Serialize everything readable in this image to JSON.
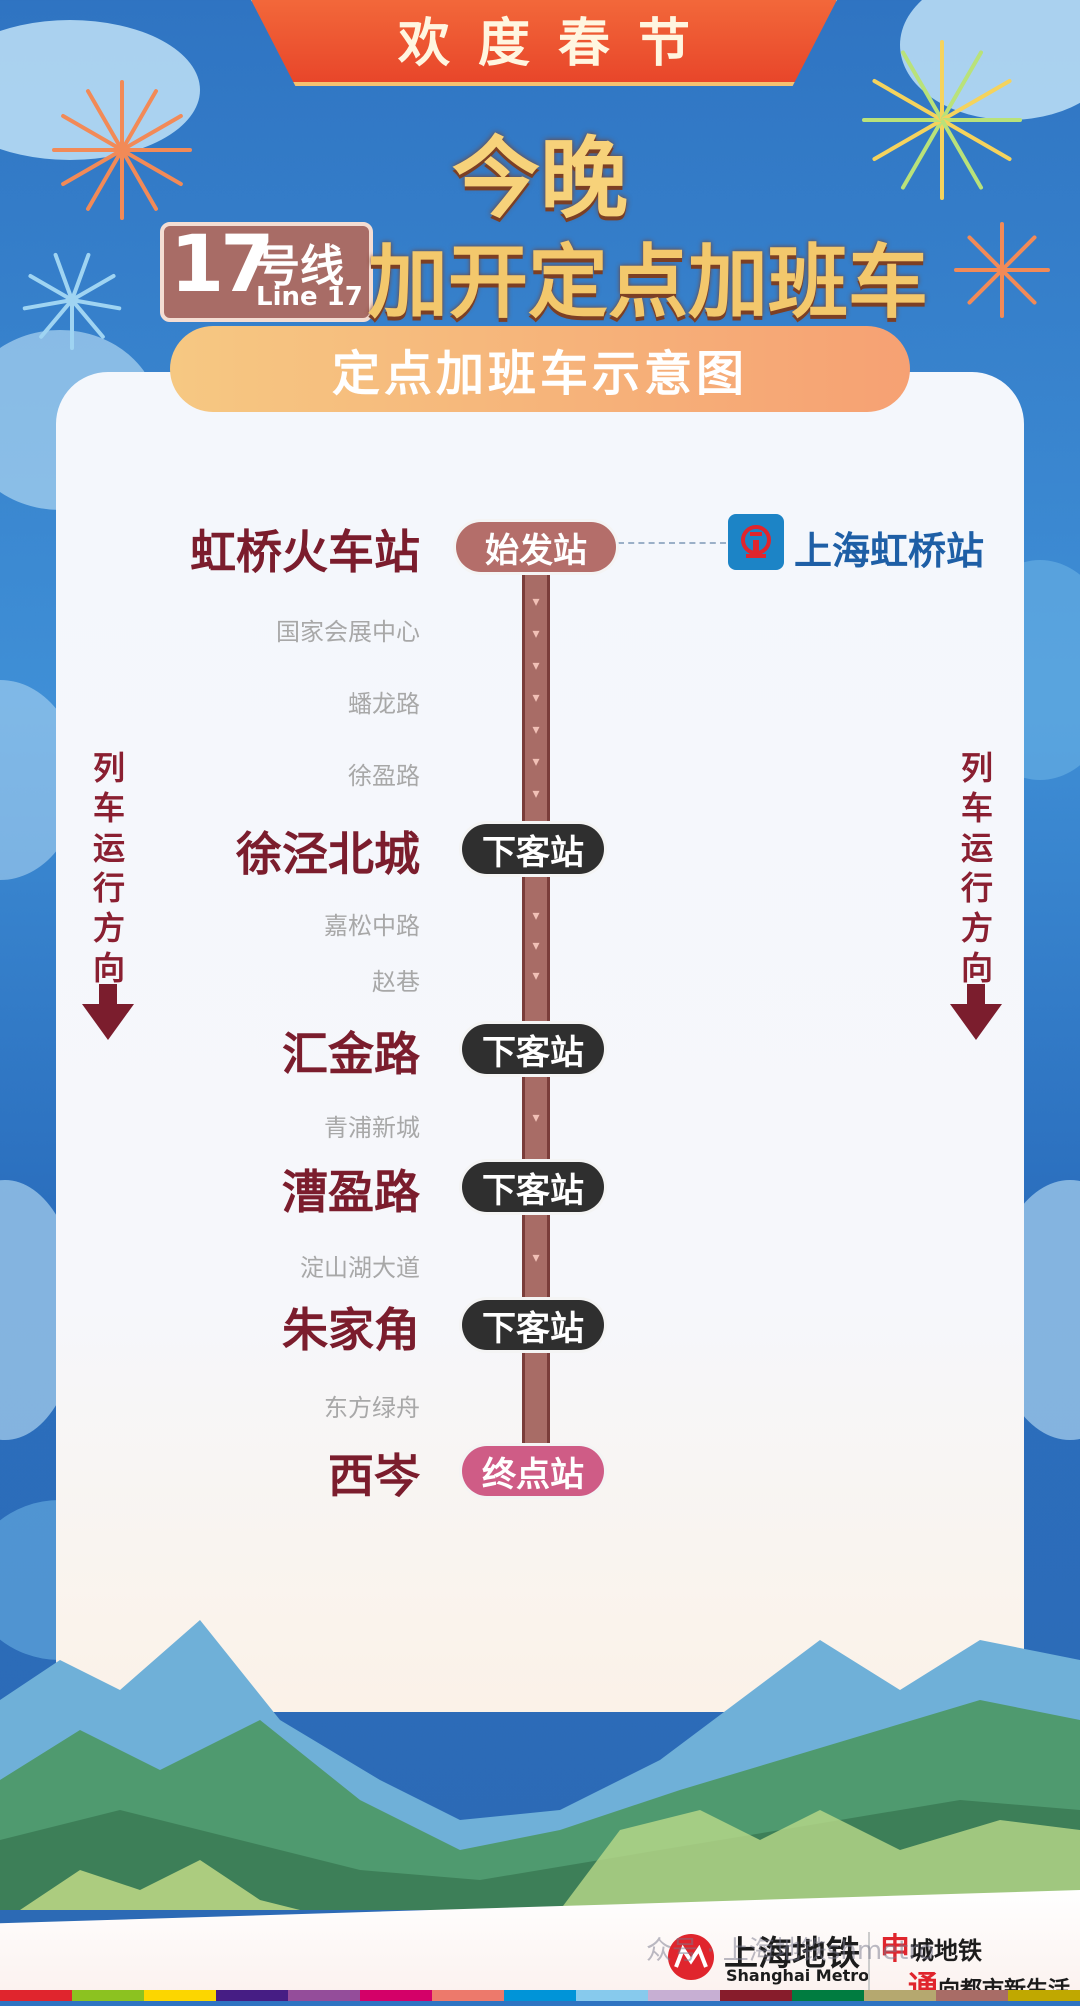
{
  "header": {
    "festive_banner": "欢度春节",
    "tonight": "今晚",
    "line_badge": {
      "number": "17",
      "suffix": "号线",
      "english": "Line 17"
    },
    "title": "加开定点加班车",
    "schematic_title": "定点加班车示意图"
  },
  "colors": {
    "line_color": "#a86c66",
    "station_text": "#7b1d2d",
    "drop_off_pill": "#2f2f2f",
    "terminal_pill": "#cf5c86"
  },
  "stations": [
    {
      "name": "虹桥火车站",
      "type": "major",
      "pill": "始发站"
    },
    {
      "name": "国家会展中心",
      "type": "minor"
    },
    {
      "name": "蟠龙路",
      "type": "minor"
    },
    {
      "name": "徐盈路",
      "type": "minor"
    },
    {
      "name": "徐泾北城",
      "type": "major",
      "pill": "下客站"
    },
    {
      "name": "嘉松中路",
      "type": "minor"
    },
    {
      "name": "赵巷",
      "type": "minor"
    },
    {
      "name": "汇金路",
      "type": "major",
      "pill": "下客站"
    },
    {
      "name": "青浦新城",
      "type": "minor"
    },
    {
      "name": "漕盈路",
      "type": "major",
      "pill": "下客站"
    },
    {
      "name": "淀山湖大道",
      "type": "minor"
    },
    {
      "name": "朱家角",
      "type": "major",
      "pill": "下客站"
    },
    {
      "name": "东方绿舟",
      "type": "minor"
    },
    {
      "name": "西岑",
      "type": "major",
      "pill": "终点站"
    }
  ],
  "transfer": {
    "name": "上海虹桥站",
    "icon": "railway-icon"
  },
  "direction_label": "列车运行方向",
  "footer": {
    "metro_cn": "上海地铁",
    "metro_en": "Shanghai Metro",
    "slogan_1_big": "申",
    "slogan_1_rest": "城地铁",
    "slogan_2_big": "通",
    "slogan_2_rest": "向都市新生活",
    "watermark": "众号 · 上海地铁shmetro"
  }
}
